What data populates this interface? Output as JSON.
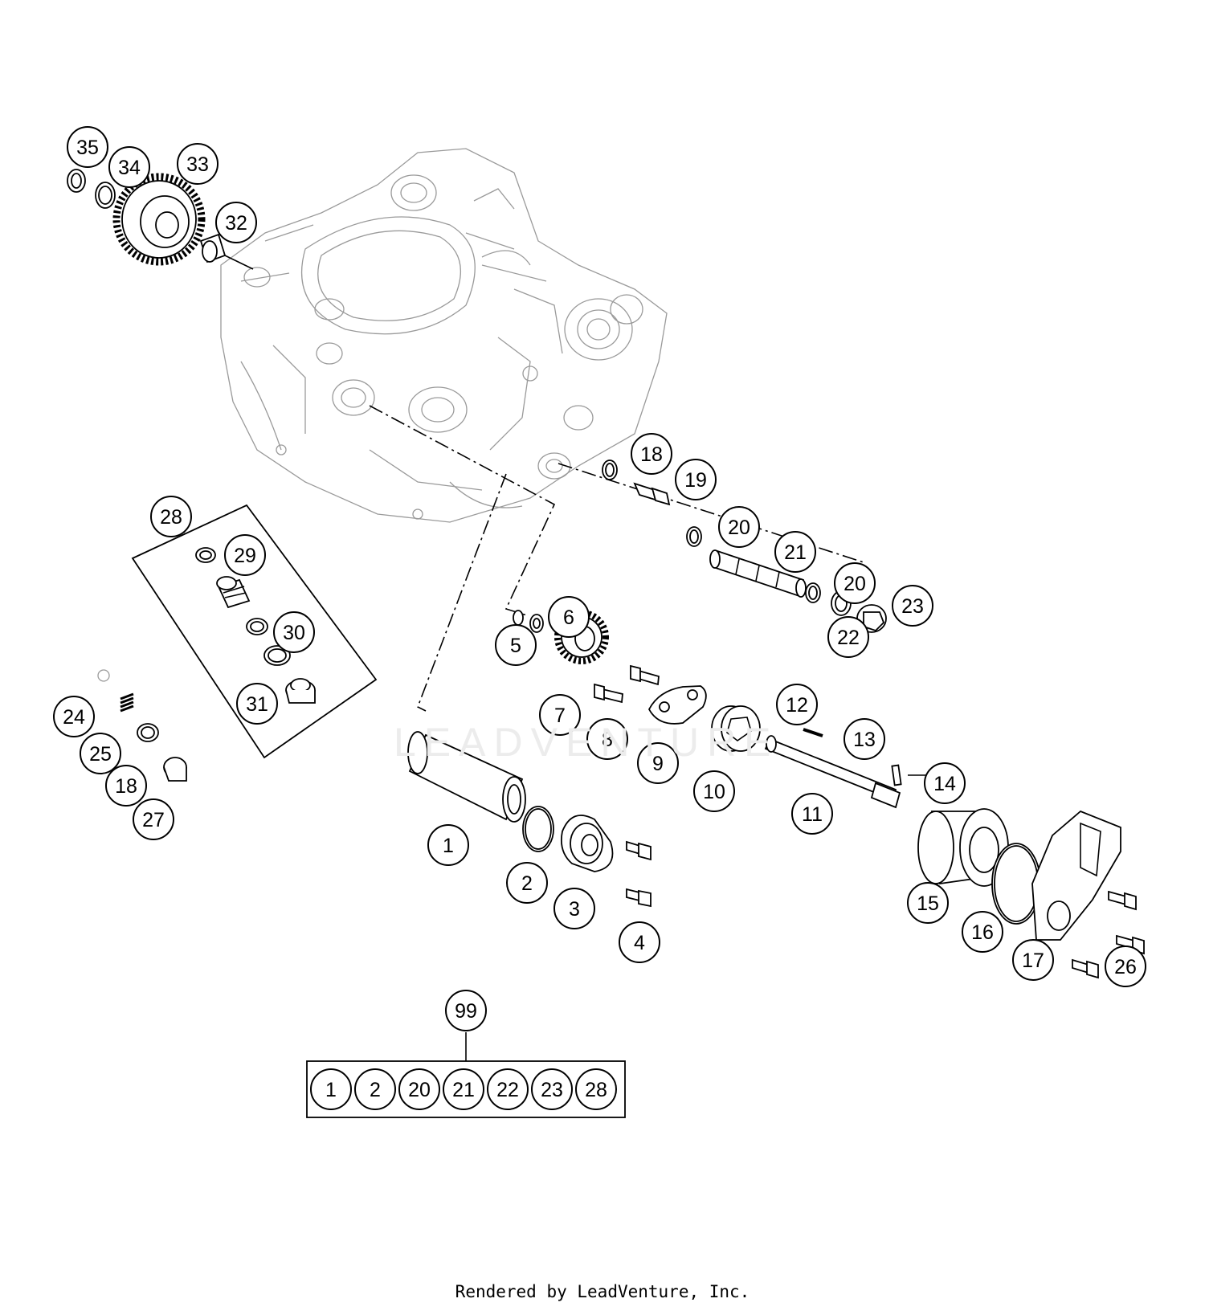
{
  "watermark": {
    "text": "LEADVENTURE"
  },
  "credit": "Rendered by LeadVenture, Inc.",
  "callouts": [
    {
      "label": "35",
      "part": "circlip"
    },
    {
      "label": "34",
      "part": "washer"
    },
    {
      "label": "33",
      "part": "gear"
    },
    {
      "label": "32",
      "part": "bushing"
    },
    {
      "label": "28",
      "part": "filter-group"
    },
    {
      "label": "29",
      "part": "o-ring"
    },
    {
      "label": "30",
      "part": "o-ring"
    },
    {
      "label": "31",
      "part": "o-ring"
    },
    {
      "label": "24",
      "part": "ball"
    },
    {
      "label": "25",
      "part": "spring"
    },
    {
      "label": "18",
      "part": "seal-ring"
    },
    {
      "label": "27",
      "part": "screw-plug"
    },
    {
      "label": "18",
      "part": "seal-ring"
    },
    {
      "label": "19",
      "part": "screw-plug"
    },
    {
      "label": "20",
      "part": "o-ring"
    },
    {
      "label": "21",
      "part": "oil-screen"
    },
    {
      "label": "20",
      "part": "o-ring"
    },
    {
      "label": "23",
      "part": "screw-plug"
    },
    {
      "label": "22",
      "part": "seal-ring"
    },
    {
      "label": "6",
      "part": "washer"
    },
    {
      "label": "5",
      "part": "circlip"
    },
    {
      "label": "7",
      "part": "pump-gear"
    },
    {
      "label": "8",
      "part": "screw"
    },
    {
      "label": "9",
      "part": "cover"
    },
    {
      "label": "10",
      "part": "rotor"
    },
    {
      "label": "12",
      "part": "pin"
    },
    {
      "label": "13",
      "part": "pin"
    },
    {
      "label": "11",
      "part": "pump-shaft"
    },
    {
      "label": "14",
      "part": "pin"
    },
    {
      "label": "1",
      "part": "oil-filter"
    },
    {
      "label": "2",
      "part": "o-ring"
    },
    {
      "label": "3",
      "part": "filter-cover"
    },
    {
      "label": "4",
      "part": "screw"
    },
    {
      "label": "15",
      "part": "rotor"
    },
    {
      "label": "16",
      "part": "o-ring"
    },
    {
      "label": "17",
      "part": "pump-cover"
    },
    {
      "label": "26",
      "part": "screw"
    },
    {
      "label": "99",
      "part": "kit"
    }
  ],
  "kit": {
    "label": "99",
    "items": [
      "1",
      "2",
      "20",
      "21",
      "22",
      "23",
      "28"
    ]
  }
}
